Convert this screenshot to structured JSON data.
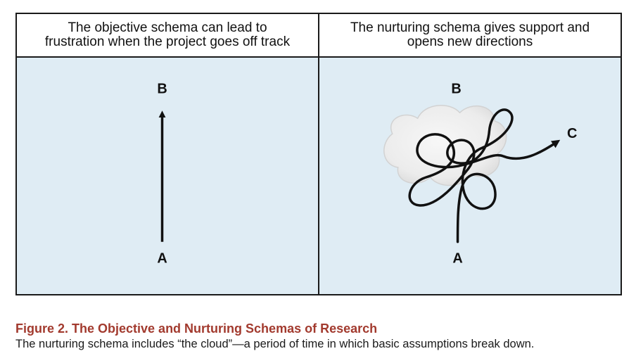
{
  "figure": {
    "left_panel": {
      "title_line1": "The objective schema can lead to",
      "title_line2": "frustration when the project goes off track",
      "label_start": "A",
      "label_end": "B"
    },
    "right_panel": {
      "title_line1": "The nurturing schema gives support and",
      "title_line2": "opens new directions",
      "label_start": "A",
      "label_target": "B",
      "label_new": "C"
    }
  },
  "caption": {
    "title": "Figure 2.  The Objective and Nurturing Schemas of Research",
    "text": "The nurturing schema includes “the cloud”—a period of time in which basic assumptions break down."
  },
  "colors": {
    "panel_background": "#dfecf4",
    "border": "#1a1a1a",
    "cloud": "#ebebeb",
    "caption_title": "#a23a2e"
  }
}
